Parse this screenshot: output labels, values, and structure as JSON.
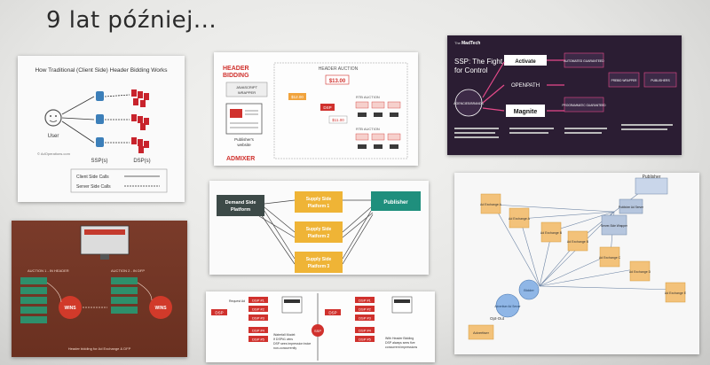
{
  "slide": {
    "title": "9 lat później..."
  },
  "card_client_side": {
    "title": "How Traditional (Client Side) Header Bidding Works",
    "user_label": "User",
    "ssp_label": "SSP(s)",
    "dsp_label": "DSP(s)",
    "legend_client": "Client Side Calls",
    "legend_server": "Server Side Calls",
    "credit": "© AdOperations.com"
  },
  "card_header_bidding": {
    "title_line1": "HEADER",
    "title_line2": "BIDDING",
    "wrapper_line1": "JAVASCRIPT",
    "wrapper_line2": "WRAPPER",
    "website_line1": "Publisher's",
    "website_line2": "website",
    "auction_label": "HEADER AUCTION",
    "price_top": "$13.00",
    "price_mid": "$12.00",
    "price_low": "$11.00",
    "dsp_label": "DSP",
    "rtb1_label": "RTB AUCTION",
    "rtb2_label": "RTB AUCTION",
    "brand": "ADMIXER"
  },
  "card_ssp_fight": {
    "brand_line1": "The",
    "brand_line2": "MadTech",
    "title_line1": "SSP: The Fight",
    "title_line2": "for Control",
    "agency": "AGENCIES/BRANDS",
    "activate": "Activate",
    "openpath": "OPENPATH",
    "magnite": "Magnite",
    "auto_guaranteed": "AUTOMATED GUARANTEED",
    "programmatic_guaranteed": "PROGRAMMATIC GUARANTEED",
    "header_wrapper": "PREBID WRAPPER",
    "publishers": "PUBLISHERS"
  },
  "card_auction_wins": {
    "auction1": "AUCTION 1 - IN HEADER",
    "auction2": "AUCTION 2 - IN DFP",
    "wins": "WINS",
    "footer": "Header bidding for Ad Exchange & DFP"
  },
  "card_flow": {
    "demand_line1": "Demand Side",
    "demand_line2": "Platform",
    "publisher": "Publisher",
    "ssp1_line1": "Supply Side",
    "ssp1_line2": "Platform 1",
    "ssp2_line1": "Supply Side",
    "ssp2_line2": "Platform 2",
    "ssp3_line1": "Supply Side",
    "ssp3_line2": "Platform 3"
  },
  "card_waterfall": {
    "dsp": "DSP",
    "dsp1": "DSP #1",
    "dsp2": "DSP #2",
    "dsp3": "DSP #3",
    "dsp4": "DSP #4",
    "dsp5": "DSP #5",
    "request_ad": "Request Ad",
    "ssp": "SSP",
    "waterfall_line1": "Waterfall Model:",
    "waterfall_line2": "If DSP#1 wins",
    "waterfall_line3": "DSP sees impression twice",
    "waterfall_line4": "non-concurrently",
    "hb_line1": "With Header Bidding",
    "hb_line2": "DSP always sees five",
    "hb_line3": "concurrent impressions"
  },
  "card_exchange": {
    "publisher": "Publisher",
    "ad_server": "Publisher Ad Server",
    "ssp": "Server-Side Wrapper",
    "bidder": "Bidder",
    "advertiser_server": "Advertiser Ad Server",
    "opt_out": "Opt-Out",
    "advertiser": "Advertiser",
    "ex_a1": "Ad Exchange A",
    "ex_a2": "Ad Exchange A",
    "ex_b1": "Ad Exchange B",
    "ex_b2": "Ad Exchange B",
    "ex_c": "Ad Exchange C",
    "ex_d": "Ad Exchange D",
    "ex_e": "Ad Exchange E"
  }
}
